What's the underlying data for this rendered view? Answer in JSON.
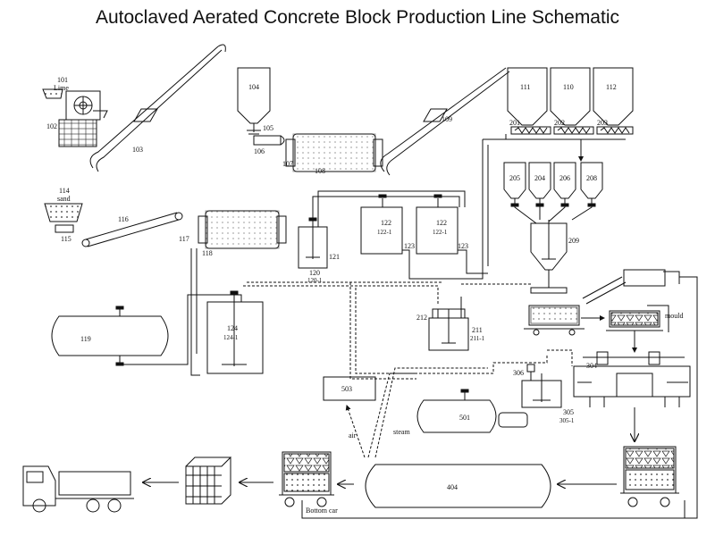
{
  "title": "Autoclaved Aerated Concrete Block Production Line Schematic",
  "labels": {
    "n101": "101",
    "lime": "Lime",
    "n102": "102",
    "n103": "103",
    "n104": "104",
    "n105": "105",
    "n106": "106",
    "n107": "107",
    "n108": "108",
    "n109": "109",
    "n110": "110",
    "n111": "111",
    "n112": "112",
    "n201": "201",
    "n202": "202",
    "n203": "203",
    "n114": "114",
    "sand": "sand",
    "n115": "115",
    "n116": "116",
    "n117": "117",
    "n118": "118",
    "n119": "119",
    "n120": "120",
    "n120_1": "120-1",
    "n121": "121",
    "n122a": "122",
    "n122_1a": "122-1",
    "n122b": "122",
    "n122_1b": "122-1",
    "n123a": "123",
    "n123b": "123",
    "n124": "124",
    "n124_1": "124-1",
    "n205": "205",
    "n204": "204",
    "n206": "206",
    "n208": "208",
    "n209": "209",
    "n211": "211",
    "n211_1": "211-1",
    "n212": "212",
    "mould": "mould",
    "n304": "304",
    "n305": "305",
    "n305_1": "305-1",
    "n306": "306",
    "n404": "404",
    "n501": "501",
    "n503": "503",
    "air": "air",
    "steam": "steam",
    "bottom_car": "Bottom car"
  }
}
